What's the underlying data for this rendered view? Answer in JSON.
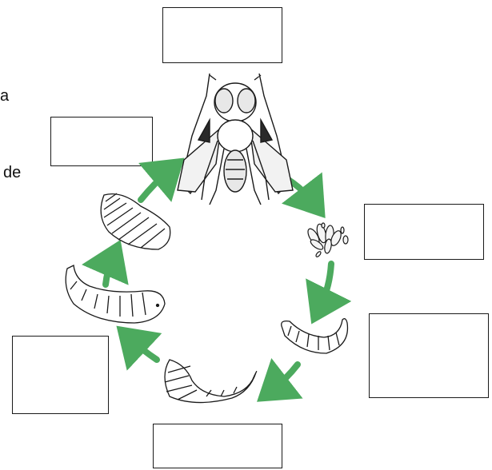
{
  "fragments": {
    "text_a": "a",
    "text_de": "de"
  },
  "label_boxes": [
    {
      "stage": "adult-fly",
      "value": ""
    },
    {
      "stage": "eggs",
      "value": ""
    },
    {
      "stage": "young-larva",
      "value": ""
    },
    {
      "stage": "grown-larva",
      "value": ""
    },
    {
      "stage": "large-larva",
      "value": ""
    },
    {
      "stage": "pupa",
      "value": ""
    }
  ],
  "colors": {
    "arrow": "#4caa5e",
    "ink": "#1a1a1a",
    "body_shade": "#e8e8e8",
    "wing_dark": "#2a2a2a"
  },
  "icons": [
    "fly-icon",
    "eggs-icon",
    "larva-icon",
    "pupa-icon",
    "cycle-arrow-icon"
  ]
}
